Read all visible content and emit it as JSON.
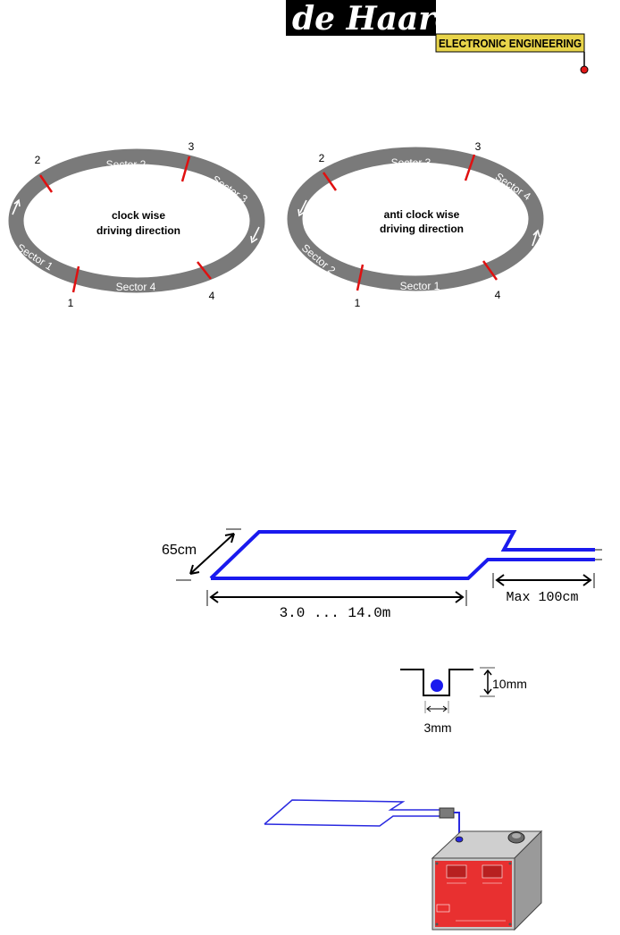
{
  "logo": {
    "brand": "de Haardt",
    "tagline": "ELECTRONIC ENGINEERING"
  },
  "track_diagrams": [
    {
      "center_line1": "clock wise",
      "center_line2": "driving direction",
      "sectors": [
        "Sector 1",
        "Sector 2",
        "Sector 3",
        "Sector 4"
      ],
      "markers": [
        "1",
        "2",
        "3",
        "4"
      ]
    },
    {
      "center_line1": "anti clock wise",
      "center_line2": "driving direction",
      "sectors": [
        "Sector 1",
        "Sector 2",
        "Sector 3",
        "Sector 4"
      ],
      "markers": [
        "1",
        "2",
        "3",
        "4"
      ]
    }
  ],
  "loop_dimensions": {
    "width": "65cm",
    "length": "3.0 ... 14.0m",
    "lead": "Max 100cm"
  },
  "groove": {
    "depth": "10mm",
    "width": "3mm"
  },
  "colors": {
    "track": "#7a7a7a",
    "marker": "#e01010",
    "loop_wire": "#1a1aee",
    "logo_yellow": "#e8d44a",
    "box_red": "#e83030"
  }
}
